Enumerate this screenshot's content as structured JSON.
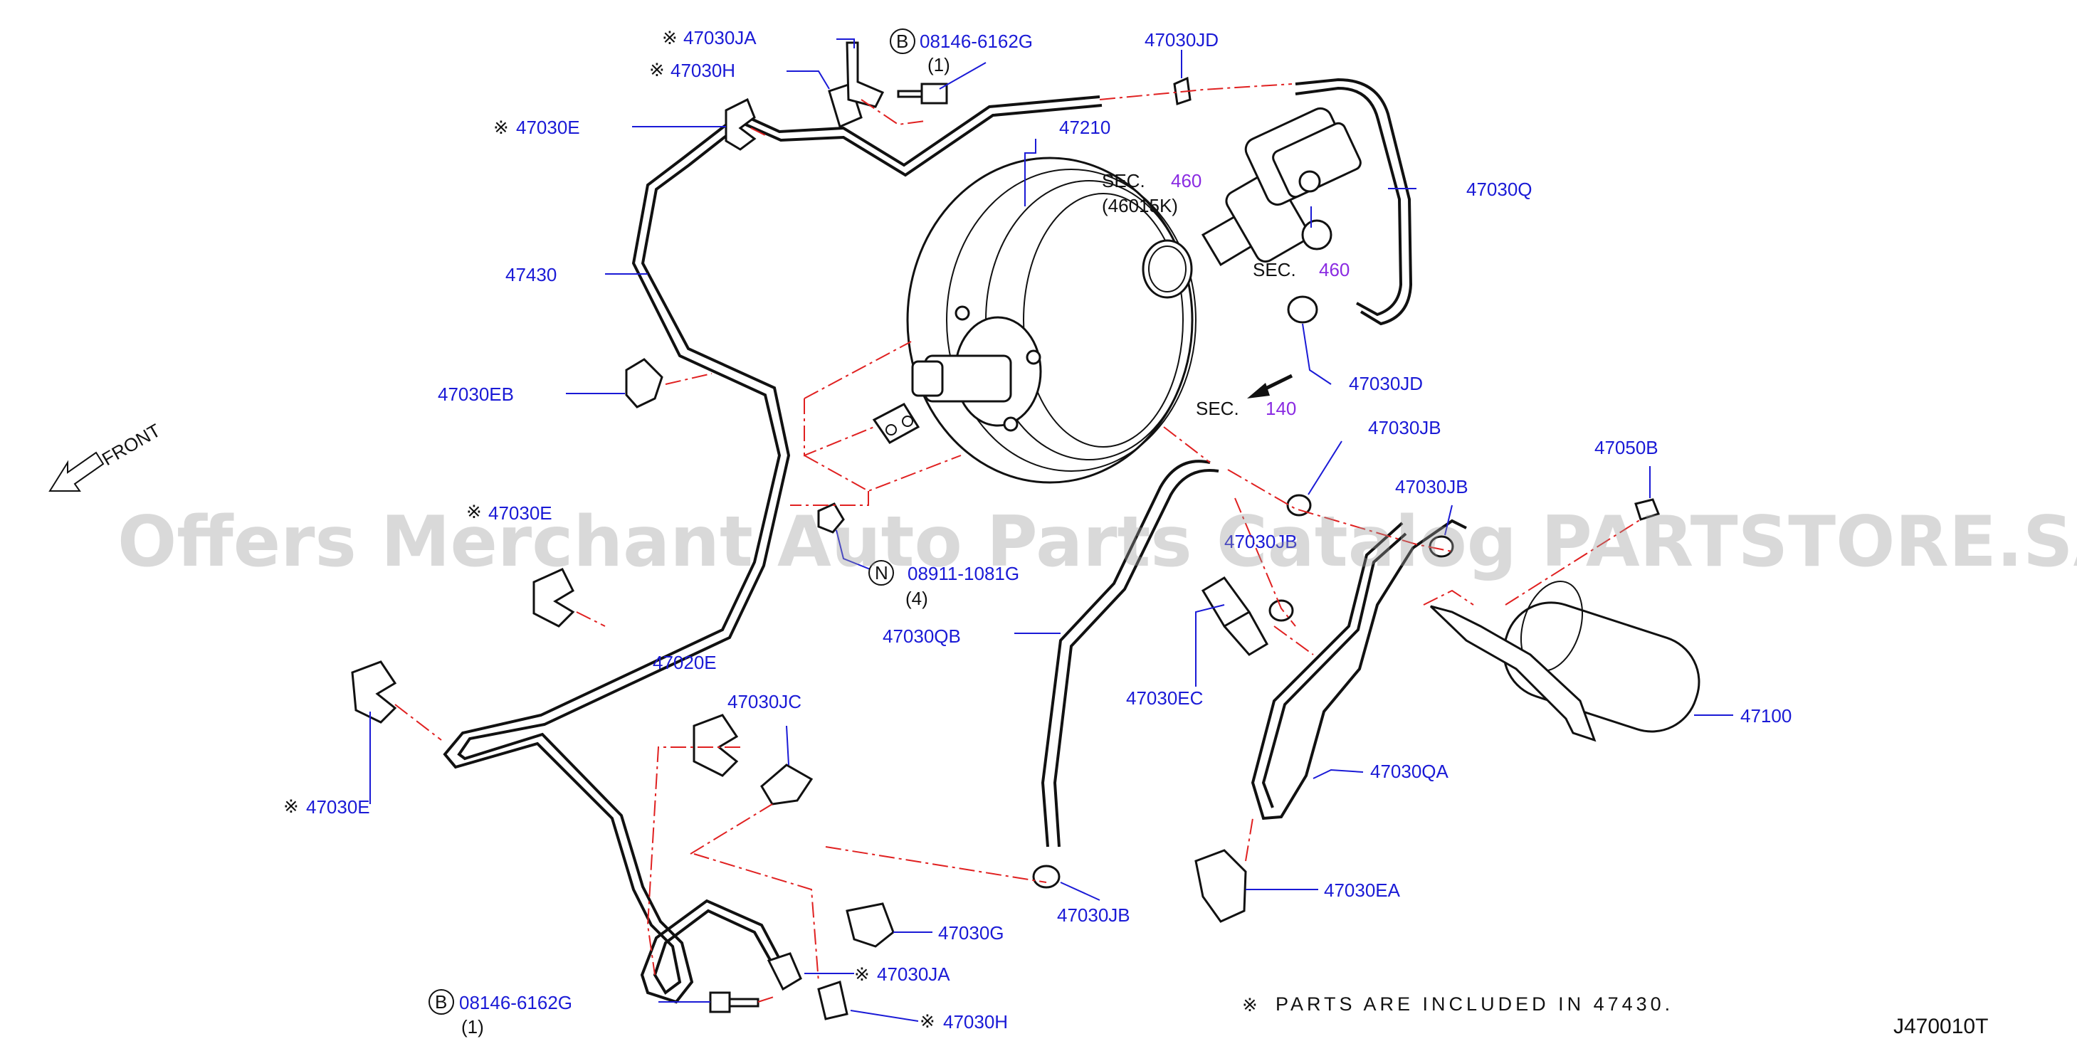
{
  "labels": {
    "jaTop": "47030JA",
    "hTop": "47030H",
    "eTop": "47030E",
    "bolt1": "08146-6162G",
    "bolt1Qty": "(1)",
    "jdTop": "47030JD",
    "booster": "47210",
    "sec1": "SEC.",
    "sec1Num": "460",
    "sec1Sub": "(46015K)",
    "q": "47030Q",
    "sec2": "SEC.",
    "sec2Num": "460",
    "jd2": "47030JD",
    "sec3": "SEC.",
    "sec3Num": "140",
    "tube": "47430",
    "eb": "47030EB",
    "jbTop": "47030JB",
    "b50": "47050B",
    "jbMid": "47030JB",
    "eMid": "47030E",
    "bMid": "47030JB",
    "nut": "08911-1081G",
    "nutQty": "(4)",
    "qb": "47030QB",
    "ec": "47030EC",
    "canister": "47100",
    "e20": "47020E",
    "jc": "47030JC",
    "qa": "47030QA",
    "eBot": "47030E",
    "ea": "47030EA",
    "g": "47030G",
    "jbBot": "47030JB",
    "jaBot": "47030JA",
    "bolt2": "08146-6162G",
    "bolt2Qty": "(1)",
    "hBot": "47030H",
    "front": "FRONT",
    "circleB": "B",
    "circleN": "N",
    "mark": "※"
  },
  "note": "PARTS ARE INCLUDED IN 47430.",
  "diagramCode": "J470010T",
  "watermark": "Offers Merchant Auto Parts Catalog PARTSTORE.SA",
  "colors": {
    "label": "#1a1ad6",
    "reference": "#e02020",
    "section": "#8a2be2",
    "lines": "#111111"
  }
}
